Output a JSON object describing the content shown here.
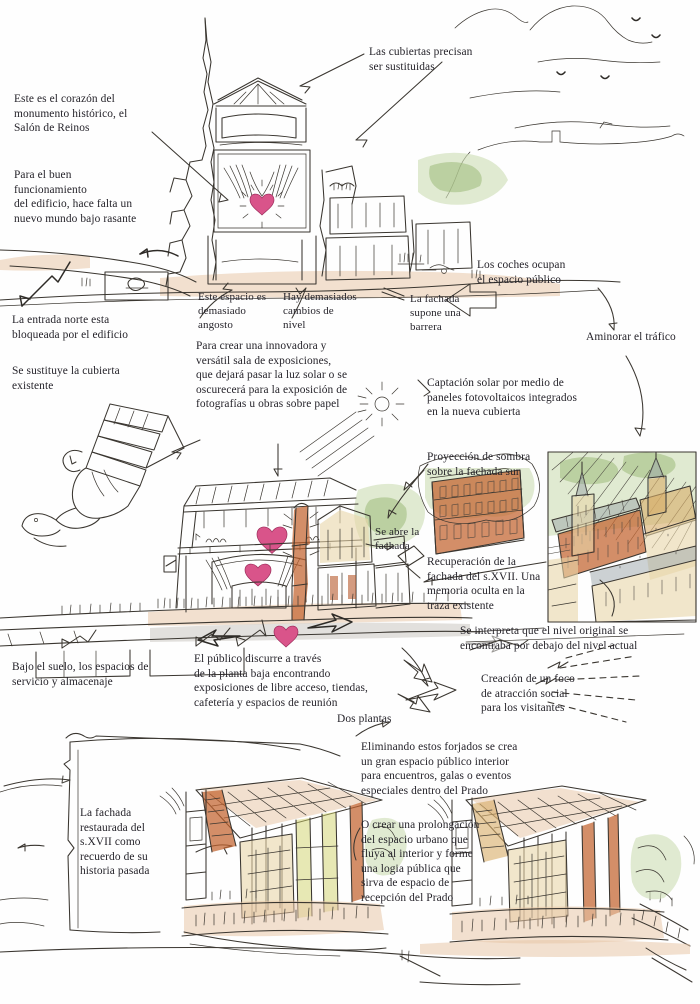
{
  "document": {
    "title": "Salón de Reinos — Museo del Prado, propuesta conceptual",
    "language": "es",
    "medium": "ink-and-watercolour concept sketch",
    "paper_color": "#fefefe",
    "ink_color": "#2b2b2b"
  },
  "palette": {
    "ink": "#3a3630",
    "text": "#25232a",
    "heart_pink": "#d9548a",
    "terracotta": "#c2632e",
    "ochre": "#d8ae6a",
    "sand": "#e8d5a8",
    "foliage_green": "#9cba7a",
    "pale_green": "#cdddb4",
    "slate": "#9aa3a8",
    "warm_wash": "#e7c6a8",
    "yellow_green": "#cfd26a",
    "shadow_grey": "#b9b4ad"
  },
  "notes": [
    {
      "id": "n-corazon",
      "text": "Este es el corazón del\nmonumento histórico, el\nSalón de Reinos",
      "anchor": "top-left"
    },
    {
      "id": "n-buenfunc",
      "text": "Para el buen\nfuncionamiento\ndel edificio, hace falta un\nnuevo mundo bajo rasante",
      "anchor": "top-left"
    },
    {
      "id": "n-cubiertas",
      "text": "Las cubiertas precisan\nser sustituidas",
      "anchor": "top-right"
    },
    {
      "id": "n-entrada",
      "text": "La entrada norte esta\nbloqueada por el edificio",
      "anchor": "left"
    },
    {
      "id": "n-sustituye",
      "text": "Se sustituye la cubierta\nexistente",
      "anchor": "left"
    },
    {
      "id": "n-espacio-angosto",
      "text": "Este espacio es\ndemasiado\nangosto",
      "anchor": "center"
    },
    {
      "id": "n-cambios",
      "text": "Hay demasiados\ncambios de\nnivel",
      "anchor": "center"
    },
    {
      "id": "n-fachada-barrera",
      "text": "La fachada\nsupone una\nbarrera",
      "anchor": "center-right"
    },
    {
      "id": "n-coches",
      "text": "Los coches ocupan\nel espacio público",
      "anchor": "right"
    },
    {
      "id": "n-aminorar",
      "text": "Aminorar el tráfico",
      "anchor": "right"
    },
    {
      "id": "n-innovadora",
      "text": "Para crear una innovadora y\nversátil sala de exposiciones,\nque dejará pasar la luz solar o se\noscurecerá para la exposición de\nfotografías u obras sobre papel",
      "anchor": "center"
    },
    {
      "id": "n-captacion",
      "text": "Captación solar por medio de\npaneles fotovoltaicos integrados\nen la nueva cubierta",
      "anchor": "right"
    },
    {
      "id": "n-proyeccion",
      "text": "Proyección de sombra\nsobre la fachada sur",
      "anchor": "right"
    },
    {
      "id": "n-seabre",
      "text": "Se abre la\nfachada",
      "anchor": "center"
    },
    {
      "id": "n-recuperacion",
      "text": "Recuperación de la\nfachada del s.XVII. Una\nmemoria oculta en la\ntraza existente",
      "anchor": "right"
    },
    {
      "id": "n-interpreta",
      "text": "Se interpreta que el nivel original se\nencontraba por debajo del nivel actual",
      "anchor": "right"
    },
    {
      "id": "n-bajosuelo",
      "text": "Bajo el suelo, los espacios de\nservicio y almacenaje",
      "anchor": "left"
    },
    {
      "id": "n-publico",
      "text": "El público discurre a través\nde la planta baja encontrando\nexposiciones de libre acceso, tiendas,\ncafetería y espacios de reunión",
      "anchor": "center"
    },
    {
      "id": "n-dosplantas",
      "text": "Dos plantas",
      "anchor": "center"
    },
    {
      "id": "n-creacion",
      "text": "Creación de un foco\nde atracción social\npara los visitantes",
      "anchor": "right"
    },
    {
      "id": "n-eliminando",
      "text": "Eliminando estos forjados se crea\nun gran espacio público interior\npara encuentros, galas o eventos\nespeciales dentro del Prado",
      "anchor": "center-right"
    },
    {
      "id": "n-ocrear",
      "text": "O crear una prolongación\ndel espacio urbano que\nfluya al interior y forme\nuna logia pública que\nsirva de espacio de\nrecepción del Prado",
      "anchor": "center-right"
    },
    {
      "id": "n-fachada-rest",
      "text": "La fachada\nrestaurada del\ns.XVII como\nrecuerdo de su\nhistoria pasada",
      "anchor": "left"
    }
  ],
  "sketches": [
    {
      "id": "sketch-section-top",
      "label": "Sección del Salón de Reinos con torre y chapitel",
      "region": [
        140,
        10,
        300,
        300
      ]
    },
    {
      "id": "sketch-hand-roof",
      "label": "Mano sosteniendo la nueva cubierta",
      "region": [
        40,
        400,
        160,
        160
      ]
    },
    {
      "id": "sketch-section-middle",
      "label": "Sección propuesta con nueva sala de exposiciones",
      "region": [
        150,
        440,
        260,
        220
      ]
    },
    {
      "id": "sketch-facade-xvii",
      "label": "Fachada del s.XVII recuperada",
      "region": [
        425,
        470,
        115,
        90
      ]
    },
    {
      "id": "sketch-aerial-historic",
      "label": "Vista aérea histórica del conjunto",
      "region": [
        545,
        450,
        155,
        175
      ]
    },
    {
      "id": "sketch-interior-left",
      "label": "Perspectiva interior de la logia pública",
      "region": [
        180,
        770,
        210,
        200
      ]
    },
    {
      "id": "sketch-interior-right",
      "label": "Perspectiva del gran espacio público interior",
      "region": [
        450,
        780,
        250,
        190
      ]
    }
  ],
  "icons": {
    "heart": "♥",
    "sun": "sun-rays-icon",
    "bird": "bird-icon",
    "arrow": "arrow-icon"
  }
}
